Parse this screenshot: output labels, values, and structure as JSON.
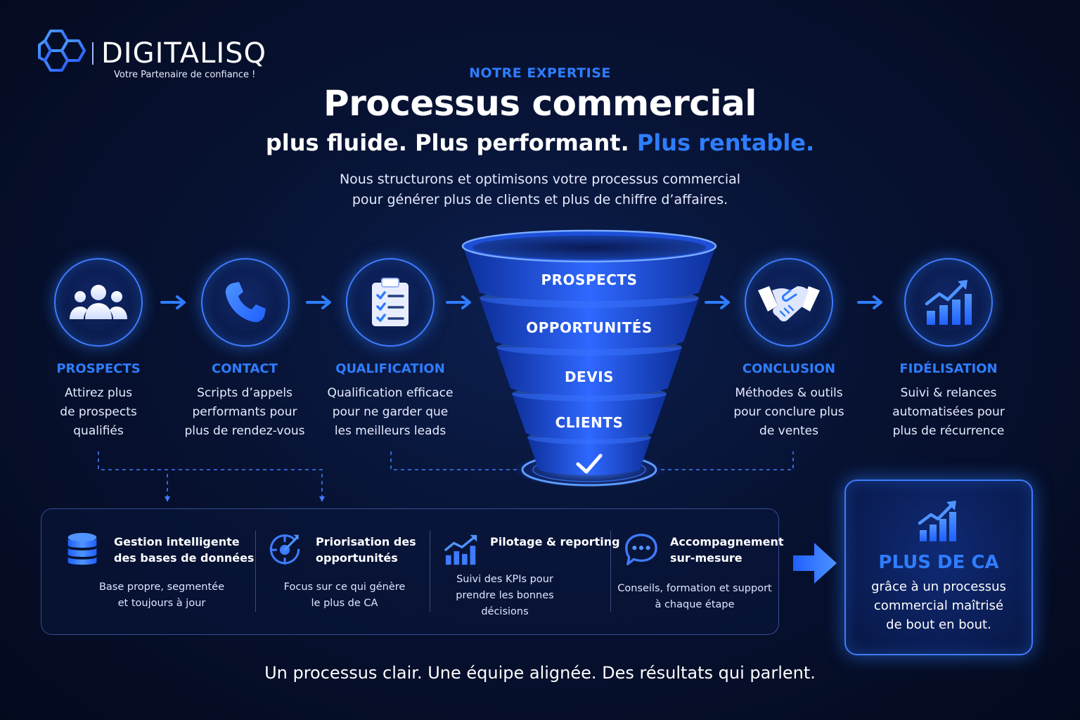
{
  "brand": {
    "name": "DIGITALISQ",
    "tagline": "Votre Partenaire de confiance !"
  },
  "header": {
    "eyebrow": "NOTRE EXPERTISE",
    "title": "Processus commercial",
    "subtitle_white": "plus fluide. Plus performant. ",
    "subtitle_accent": "Plus rentable.",
    "intro_line1": "Nous structurons et optimisons votre processus commercial",
    "intro_line2": "pour générer plus de clients et plus de chiffre d’affaires."
  },
  "steps": [
    {
      "title": "PROSPECTS",
      "desc": [
        "Attirez plus",
        "de prospects",
        "qualifiés"
      ],
      "icon": "users-icon"
    },
    {
      "title": "CONTACT",
      "desc": [
        "Scripts d’appels",
        "performants pour",
        "plus de rendez-vous"
      ],
      "icon": "phone-icon"
    },
    {
      "title": "QUALIFICATION",
      "desc": [
        "Qualification efficace",
        "pour ne garder que",
        "les meilleurs leads"
      ],
      "icon": "clipboard-icon"
    },
    {
      "title": "CONCLUSION",
      "desc": [
        "Méthodes & outils",
        "pour conclure plus",
        "de ventes"
      ],
      "icon": "handshake-icon"
    },
    {
      "title": "FIDÉLISATION",
      "desc": [
        "Suivi & relances",
        "automatisées pour",
        "plus de récurrence"
      ],
      "icon": "growth-chart-icon"
    }
  ],
  "funnel": {
    "levels": [
      "PROSPECTS",
      "OPPORTUNITÉS",
      "DEVIS",
      "CLIENTS"
    ],
    "end_icon": "checkmark-icon"
  },
  "features": [
    {
      "title": [
        "Gestion intelligente",
        "des bases de données"
      ],
      "desc": [
        "Base propre, segmentée",
        "et toujours à jour"
      ],
      "icon": "database-icon"
    },
    {
      "title": [
        "Priorisation des",
        "opportunités"
      ],
      "desc": [
        "Focus sur ce qui génère",
        "le plus de CA"
      ],
      "icon": "target-icon"
    },
    {
      "title": [
        "Pilotage & reporting"
      ],
      "desc": [
        "Suivi des KPIs pour",
        "prendre les bonnes",
        "décisions"
      ],
      "icon": "trend-chart-icon"
    },
    {
      "title": [
        "Accompagnement",
        "sur-mesure"
      ],
      "desc": [
        "Conseils, formation et support",
        "à chaque étape"
      ],
      "icon": "chat-bubble-icon"
    }
  ],
  "result": {
    "title": "PLUS DE CA",
    "desc": [
      "grâce à un processus",
      "commercial maîtrisé",
      "de bout en bout."
    ],
    "icon": "growth-chart-icon"
  },
  "footer": "Un processus clair. Une équipe alignée. Des résultats qui parlent.",
  "colors": {
    "accent": "#2f7dff",
    "background": "#071232",
    "text": "#ffffff"
  }
}
